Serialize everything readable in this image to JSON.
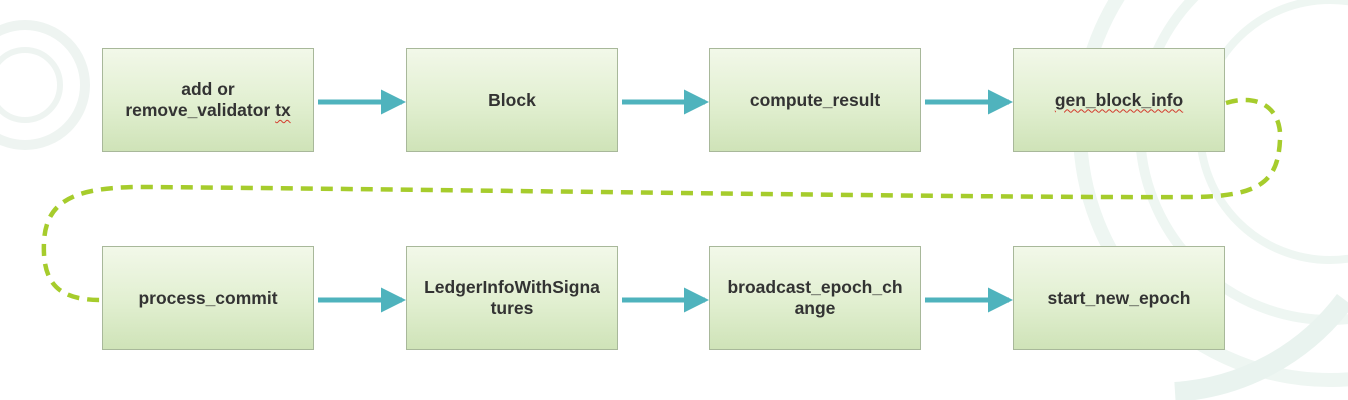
{
  "colors": {
    "arrow": "#4fb3bd",
    "dashed_path": "#a6cc2c",
    "node_border": "#a8b89a",
    "node_text": "#333333",
    "spell_underline": "#d33a2c"
  },
  "nodes": [
    {
      "id": "add-or-remove-validator-tx",
      "line1": "add or",
      "line2": "remove_validator",
      "line2_squiggle": "tx"
    },
    {
      "id": "block",
      "label": "Block"
    },
    {
      "id": "compute-result",
      "label": "compute_result"
    },
    {
      "id": "gen-block-info",
      "label_squiggle": "gen_block_info"
    },
    {
      "id": "process-commit",
      "label": "process_commit"
    },
    {
      "id": "ledger-info-with-signatures",
      "line1": "LedgerInfoWithSigna",
      "line2": "tures"
    },
    {
      "id": "broadcast-epoch-change",
      "line1": "broadcast_epoch_ch",
      "line2": "ange"
    },
    {
      "id": "start-new-epoch",
      "label": "start_new_epoch"
    }
  ],
  "edges": [
    {
      "from": "add-or-remove-validator-tx",
      "to": "block",
      "style": "solid-arrow"
    },
    {
      "from": "block",
      "to": "compute-result",
      "style": "solid-arrow"
    },
    {
      "from": "compute-result",
      "to": "gen-block-info",
      "style": "solid-arrow"
    },
    {
      "from": "gen-block-info",
      "to": "process-commit",
      "style": "dashed-curve"
    },
    {
      "from": "process-commit",
      "to": "ledger-info-with-signatures",
      "style": "solid-arrow"
    },
    {
      "from": "ledger-info-with-signatures",
      "to": "broadcast-epoch-change",
      "style": "solid-arrow"
    },
    {
      "from": "broadcast-epoch-change",
      "to": "start-new-epoch",
      "style": "solid-arrow"
    }
  ]
}
